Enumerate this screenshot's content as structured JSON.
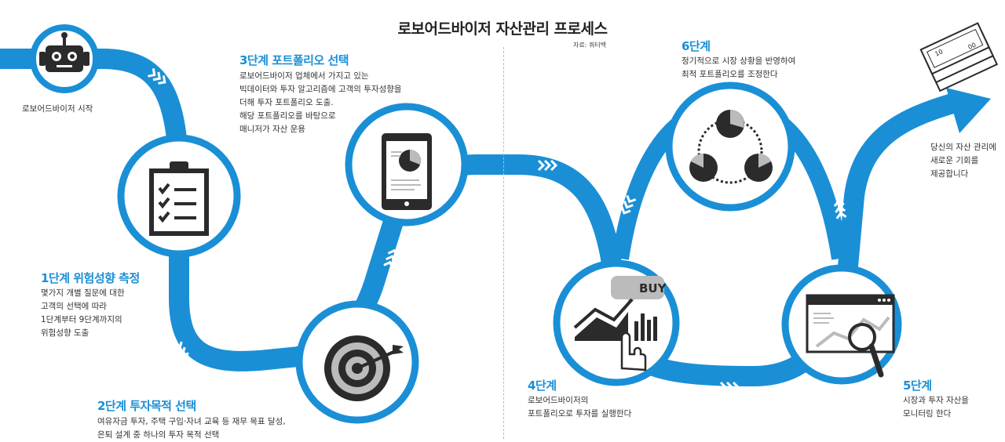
{
  "title": "로보어드바이저 자산관리 프로세스",
  "source": "자료: 쿼터백",
  "start_label": "로보어드바이저 시작",
  "steps": [
    {
      "heading": "1단계 위험성향 측정",
      "body": "몇가지 개별 질문에 대한\n고객의 선택에 따라\n1단계부터 9단계까지의\n위험성향 도출"
    },
    {
      "heading": "2단계 투자목적 선택",
      "body": "여유자금 투자, 주택 구입·자녀 교육 등 재무 목표 달성,\n은퇴 설계 중 하나의 투자 목적 선택"
    },
    {
      "heading": "3단계 포트폴리오 선택",
      "body": "로보어드바이저 업체에서 가지고 있는\n빅데이터와 투자 알고리즘에 고객의 투자성향을\n더해 투자 포트폴리오 도출.\n해당 포트폴리오를 바탕으로\n매니저가 자산 운용"
    },
    {
      "heading": "4단계",
      "body": "로보어드바이저의\n포트폴리오로 투자를 실행한다"
    },
    {
      "heading": "5단계",
      "body": "시장과 투자 자산을\n모니터링 한다"
    },
    {
      "heading": "6단계",
      "body": "정기적으로 시장 상황을 반영하여\n최적 포트폴리오를 조정한다"
    }
  ],
  "end_label": "당신의 자산 관리에\n새로운 기회를\n제공합니다",
  "buy_label": "BUY",
  "money_label_top": "10",
  "money_label_bottom": "00",
  "colors": {
    "flow": "#1a8fd6",
    "dark": "#2b2b2b",
    "heading": "#1a8fd6"
  },
  "icons": [
    "robot-icon",
    "clipboard-icon",
    "target-icon",
    "tablet-chart-icon",
    "buy-chart-hand-icon",
    "monitor-magnifier-icon",
    "rebalance-pies-icon",
    "money-stack-icon"
  ]
}
